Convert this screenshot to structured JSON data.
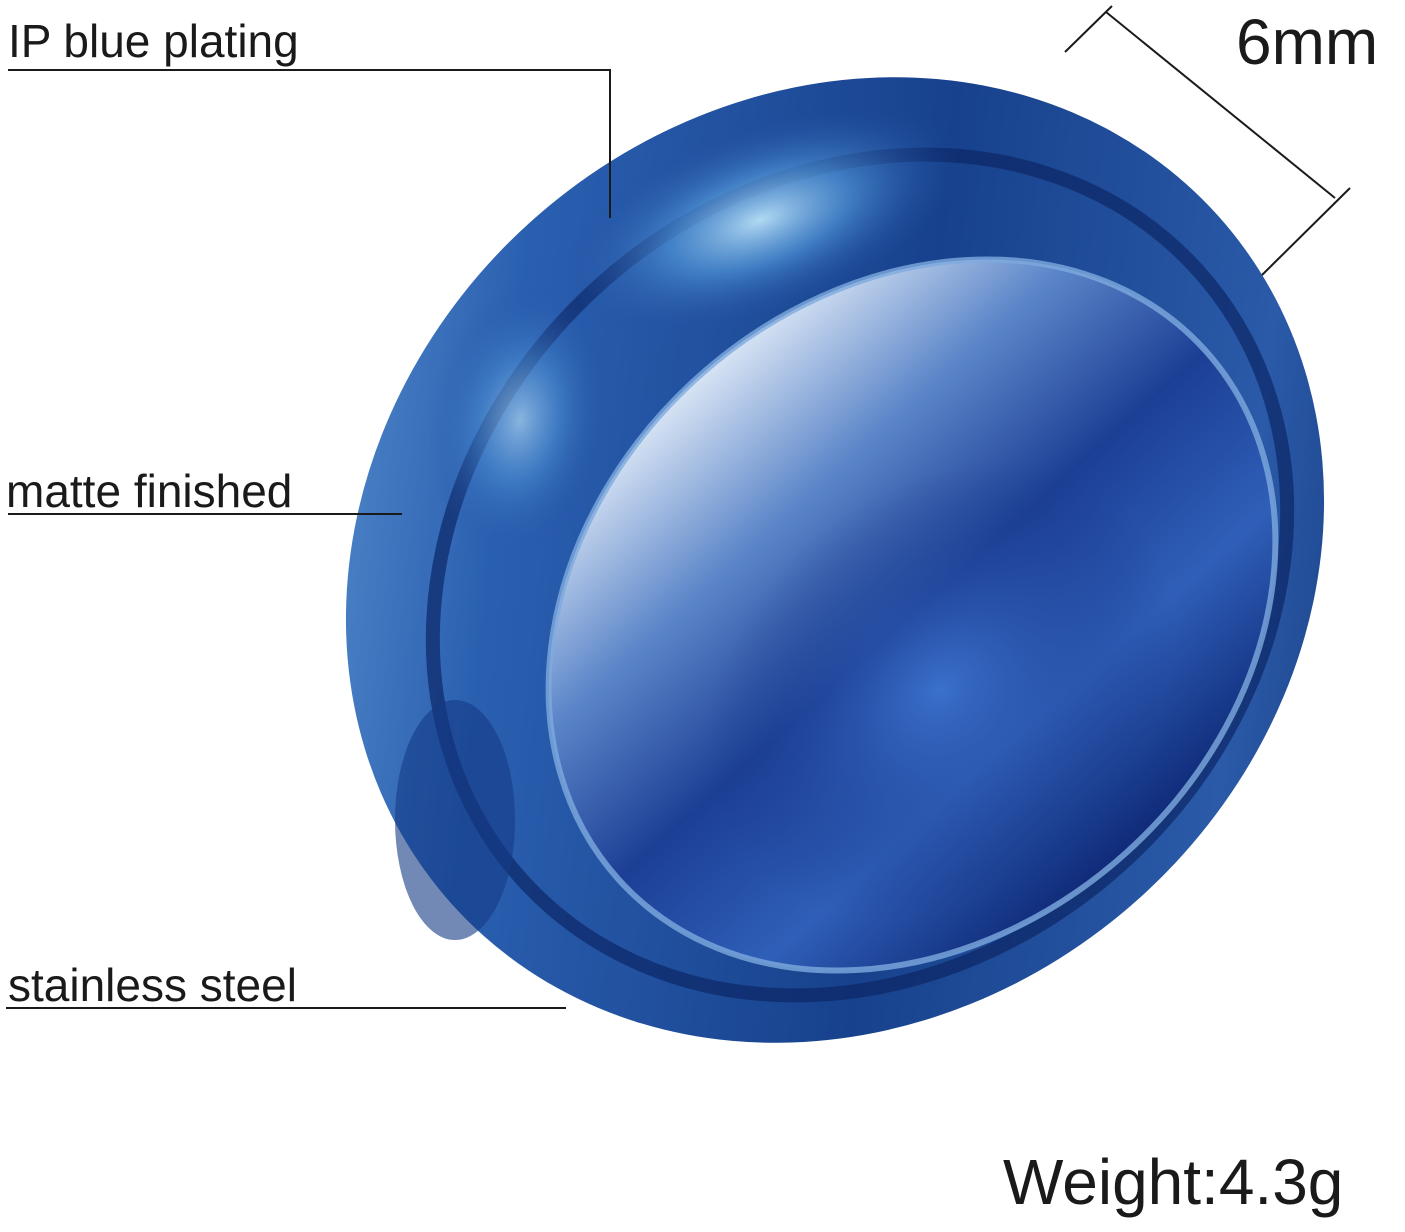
{
  "callouts": {
    "plating": "IP blue plating",
    "finish": "matte finished",
    "material": "stainless steel"
  },
  "dimensions": {
    "width": "6mm",
    "weight": "Weight:4.3g"
  },
  "colors": {
    "ring_dark": "#0a1c5c",
    "ring_mid": "#1f4a9e",
    "ring_light": "#5d9ad6",
    "ring_highlight": "#a9d2f2",
    "leader_line": "#1a1a1a",
    "background": "#ffffff"
  }
}
